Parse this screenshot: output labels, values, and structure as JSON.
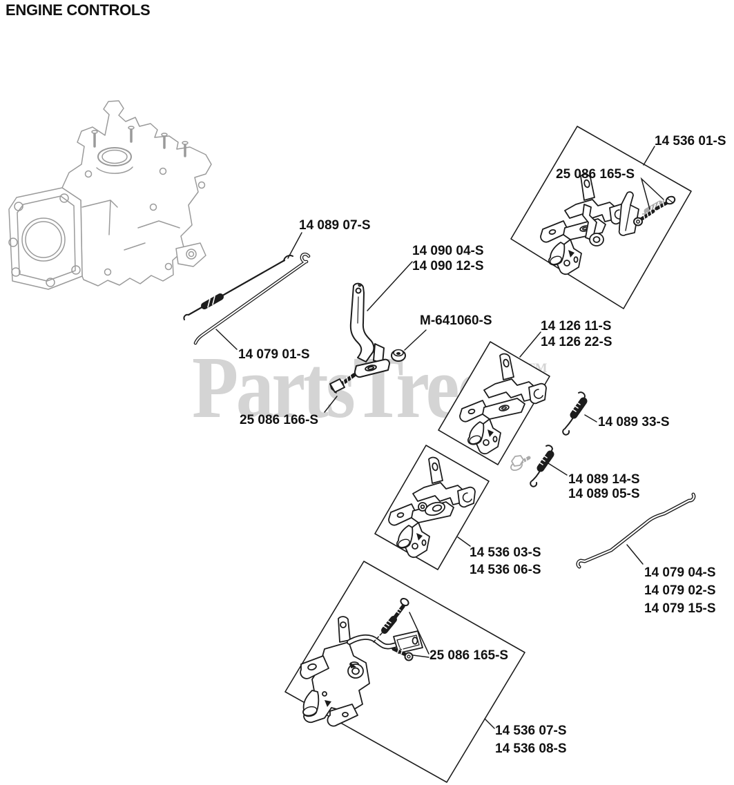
{
  "page": {
    "title": "ENGINE CONTROLS"
  },
  "watermark": {
    "text": "PartsTree",
    "tm": "TM"
  },
  "colors": {
    "ink": "#1c1c1c",
    "engine_gray": "#9a9a9a",
    "watermark_gray": "#d4d4d4"
  },
  "drawings": {
    "engine": "engine-crankcase-line-art",
    "panels": [
      "callout-panel-upper-right",
      "callout-panel-middle",
      "callout-panel-lower-middle",
      "callout-panel-bottom"
    ]
  },
  "labels": [
    {
      "id": "part-14536-01",
      "lines": [
        "14 536 01-S"
      ]
    },
    {
      "id": "part-25086-165-upper",
      "lines": [
        "25 086 165-S"
      ]
    },
    {
      "id": "part-14089-07",
      "lines": [
        "14 089 07-S"
      ]
    },
    {
      "id": "part-14090",
      "lines": [
        "14 090 04-S",
        "14 090 12-S"
      ]
    },
    {
      "id": "part-m641060",
      "lines": [
        "M-641060-S"
      ]
    },
    {
      "id": "part-14126",
      "lines": [
        "14 126 11-S",
        "14 126 22-S"
      ]
    },
    {
      "id": "part-14079-01",
      "lines": [
        "14 079 01-S"
      ]
    },
    {
      "id": "part-25086-166",
      "lines": [
        "25 086 166-S"
      ]
    },
    {
      "id": "part-14089-33",
      "lines": [
        "14 089 33-S"
      ]
    },
    {
      "id": "part-14089-14",
      "lines": [
        "14 089 14-S",
        "14 089 05-S"
      ]
    },
    {
      "id": "part-14536-03",
      "lines": [
        "14 536 03-S",
        "14 536 06-S"
      ]
    },
    {
      "id": "part-14079-04",
      "lines": [
        "14 079 04-S",
        "14 079 02-S",
        "14 079 15-S"
      ]
    },
    {
      "id": "part-25086-165-lower",
      "lines": [
        "25 086 165-S"
      ]
    },
    {
      "id": "part-14536-07",
      "lines": [
        "14 536 07-S",
        "14 536 08-S"
      ]
    }
  ]
}
